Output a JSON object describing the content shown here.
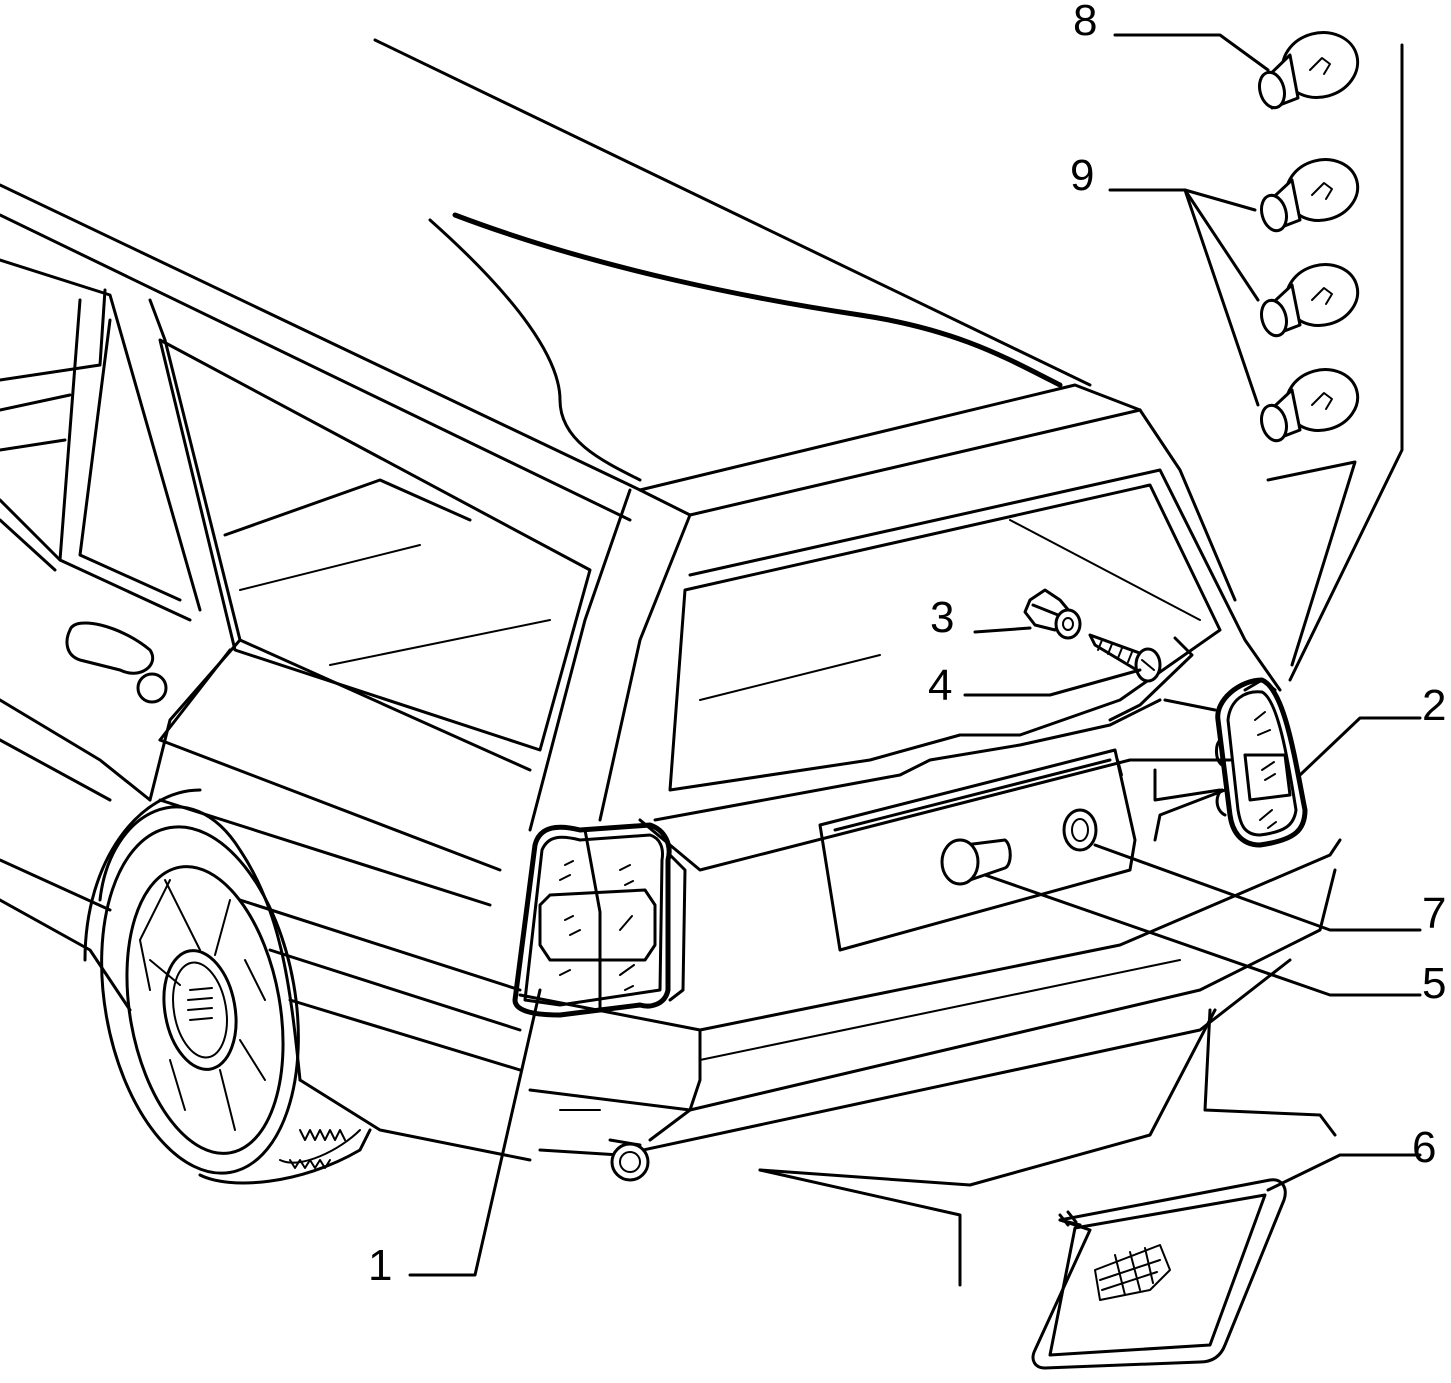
{
  "callouts": [
    {
      "id": "1",
      "part": "rear-lamp-left"
    },
    {
      "id": "2",
      "part": "rear-lamp-right"
    },
    {
      "id": "3",
      "part": "lamp-clip"
    },
    {
      "id": "4",
      "part": "screw"
    },
    {
      "id": "5",
      "part": "number-plate-lamp"
    },
    {
      "id": "6",
      "part": "side-reflector"
    },
    {
      "id": "7",
      "part": "grommet"
    },
    {
      "id": "8",
      "part": "bulb-single"
    },
    {
      "id": "9",
      "part": "bulb-set"
    }
  ]
}
